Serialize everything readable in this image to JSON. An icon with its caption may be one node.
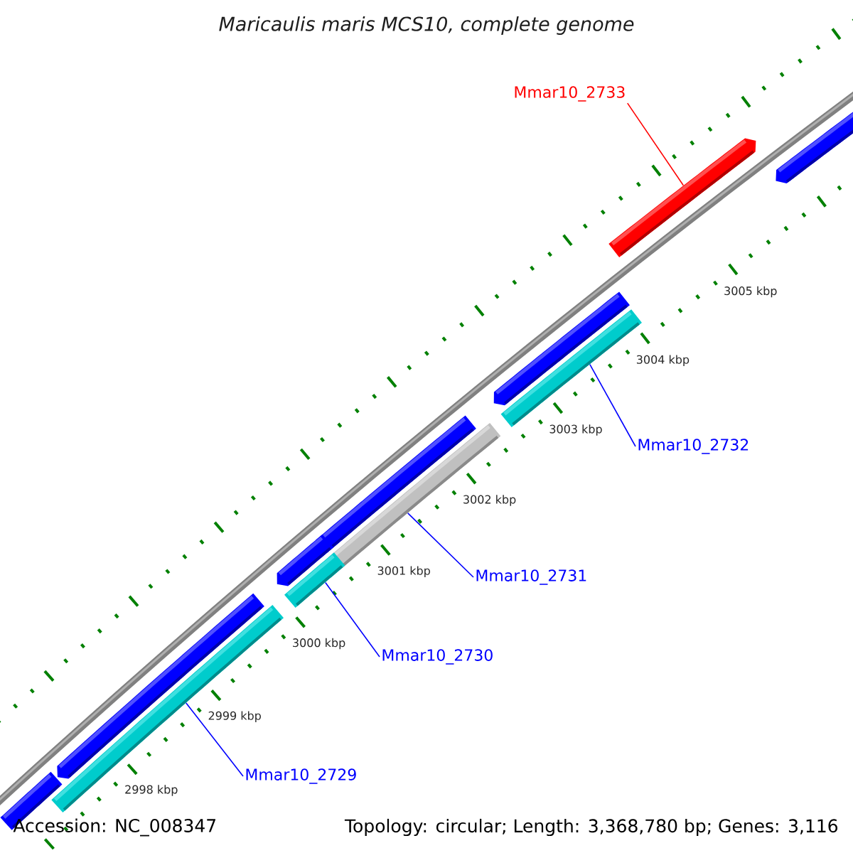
{
  "diagram": {
    "title": "Maricaulis maris MCS10, complete genome",
    "nodes": [
      {
        "text": [
          "Mmar10_2733"
        ]
      },
      {
        "text": [
          "Mmar10_2732"
        ]
      },
      {
        "text": [
          "Mmar10_2731"
        ]
      },
      {
        "text": [
          "Mmar10_2730"
        ]
      },
      {
        "text": [
          "Mmar10_2729"
        ]
      },
      {
        "text": [],
        "shape": "bar"
      },
      {
        "text": [],
        "shape": "bar"
      },
      {
        "text": [],
        "shape": "bar"
      },
      {
        "text": [],
        "shape": "bar"
      },
      {
        "text": [],
        "shape": "bar"
      },
      {
        "text": [],
        "shape": "bar"
      },
      {
        "text": [],
        "shape": "bar"
      },
      {
        "text": [],
        "shape": "bar"
      },
      {
        "text": [],
        "shape": "bar"
      },
      {
        "text": [],
        "shape": "bar"
      },
      {
        "text": [],
        "shape": "bar"
      }
    ],
    "edges": [
      {
        "from": 0,
        "to": 6,
        "arrow": "none",
        "color": "#ff0000"
      },
      {
        "from": 1,
        "to": 8,
        "arrow": "none"
      },
      {
        "from": 2,
        "to": 10,
        "arrow": "none"
      },
      {
        "from": 3,
        "to": 12,
        "arrow": "none"
      },
      {
        "from": 4,
        "to": 14,
        "arrow": "none"
      }
    ],
    "labels": [
      "3005 kbp",
      "3004 kbp",
      "3003 kbp",
      "3002 kbp",
      "3001 kbp",
      "3000 kbp",
      "2999 kbp",
      "2998 kbp",
      "Accession: NC_008347",
      "Topology: circular; Length: 3,368,780 bp; Genes: 3,116"
    ]
  }
}
